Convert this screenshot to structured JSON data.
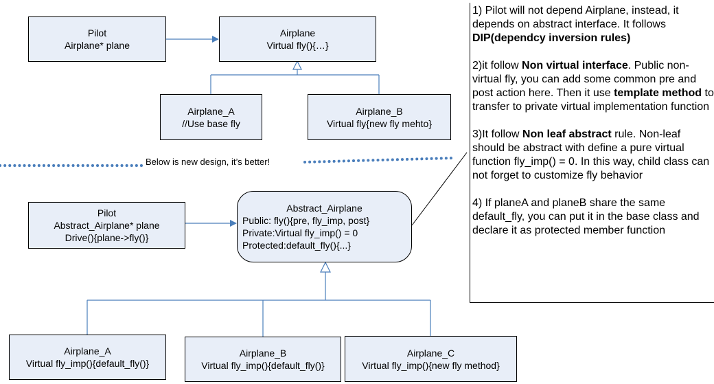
{
  "old_design": {
    "pilot": {
      "title": "Pilot",
      "member": "Airplane* plane"
    },
    "airplane": {
      "title": "Airplane",
      "member": "Virtual fly(){…}"
    },
    "airplane_a": {
      "title": "Airplane_A",
      "member": "//Use base fly"
    },
    "airplane_b": {
      "title": "Airplane_B",
      "member": "Virtual fly{new fly mehto}"
    }
  },
  "divider": {
    "label": "Below is new design, it’s better!"
  },
  "new_design": {
    "pilot": {
      "title": "Pilot",
      "member1": "Abstract_Airplane* plane",
      "member2": "Drive(){plane->fly()}"
    },
    "abstract_airplane": {
      "title": "Abstract_Airplane",
      "public": "Public: fly(){pre, fly_imp, post}",
      "private": "Private:Virtual fly_imp() = 0",
      "protected": "Protected:default_fly(){...}"
    },
    "airplane_a": {
      "title": "Airplane_A",
      "member": "Virtual fly_imp(){default_fly()}"
    },
    "airplane_b": {
      "title": "Airplane_B",
      "member": "Virtual fly_imp(){default_fly()}"
    },
    "airplane_c": {
      "title": "Airplane_C",
      "member": "Virtual fly_imp(){new fly method}"
    }
  },
  "notes": {
    "n1_text": "1) Pilot will not depend Airplane, instead, it depends on abstract interface. It follows ",
    "n1_bold": "DIP(dependcy inversion rules)",
    "n2_pre": "2)it follow ",
    "n2_bold1": "Non virtual interface",
    "n2_mid": ". Public non-virtual fly, you can add some common pre and post action here. Then it use ",
    "n2_bold2": "template method",
    "n2_post": " to transfer to private virtual implementation function",
    "n3_pre": "3)It follow ",
    "n3_bold": "Non leaf abstract",
    "n3_post": " rule.  Non-leaf should be abstract with define a pure virtual function fly_imp() = 0. In this way, child class can not forget to customize fly behavior",
    "n4_text": "4) If planeA and planeB share the same default_fly, you can put it in the base class and declare it as protected member function"
  },
  "colors": {
    "box_fill": "#e8eef8",
    "connector": "#4a7ebb",
    "divider": "#4a7ebb"
  }
}
